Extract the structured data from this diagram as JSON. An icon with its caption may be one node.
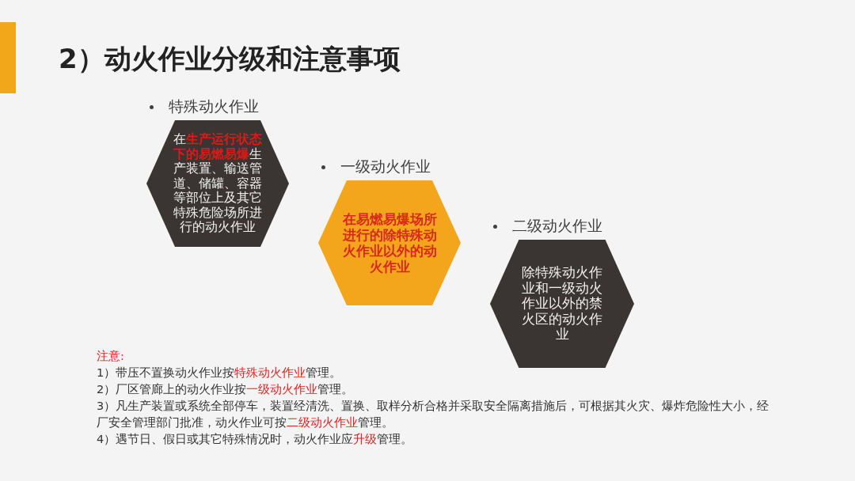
{
  "diagram": {
    "title": "2）动火作业分级和注意事项",
    "nodes": [
      {
        "text": [
          "特殊动火作业",
          "在**生产运行状态下的易燃易爆**生产装置、输送管道、储罐、容器等部位上及其它特殊危险场所进行的动火作业"
        ]
      },
      {
        "text": [
          "一级动火作业",
          "在易燃易爆场所进行的除特殊动火作业以外的动火作业"
        ]
      },
      {
        "text": [
          "二级动火作业",
          "除特殊动火作业和一级动火作业以外的禁火区的动火作业"
        ]
      }
    ],
    "labels": [
      "注意:",
      "1）带压不置换动火作业按**特殊动火作业**管理。",
      "2）厂区管廊上的动火作业按**一级动火作业**管理。",
      "3）凡生产装置或系统全部停车，装置经清洗、置换、取样分析合格并采取安全隔离措施后，可根据其火灾、爆炸危险性大小，经厂安全管理部门批准，动火作业可按**二级动火作业**管理。",
      "4）遇节日、假日或其它特殊情况时，动火作业应**升级**管理。"
    ]
  }
}
